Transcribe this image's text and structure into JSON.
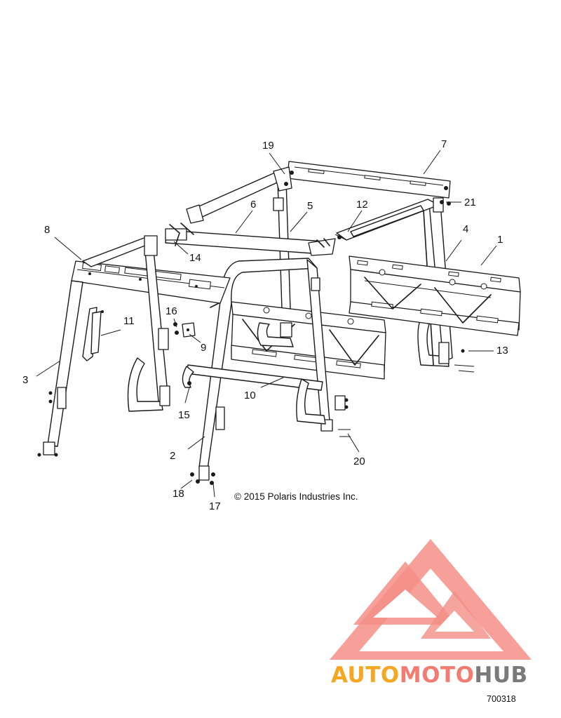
{
  "callouts": [
    "1",
    "2",
    "3",
    "4",
    "5",
    "6",
    "7",
    "8",
    "9",
    "10",
    "11",
    "12",
    "13",
    "14",
    "15",
    "16",
    "17",
    "18",
    "19",
    "20",
    "21"
  ],
  "copyright": "© 2015 Polaris Industries Inc.",
  "watermark": {
    "part1": "AUTO",
    "part2": "MOTO",
    "part3": "HUB",
    "colors": {
      "primary": "#f5a623",
      "secondary": "#f27c72",
      "tertiary": "#7a7a7a"
    }
  },
  "diagram_code": "700318"
}
